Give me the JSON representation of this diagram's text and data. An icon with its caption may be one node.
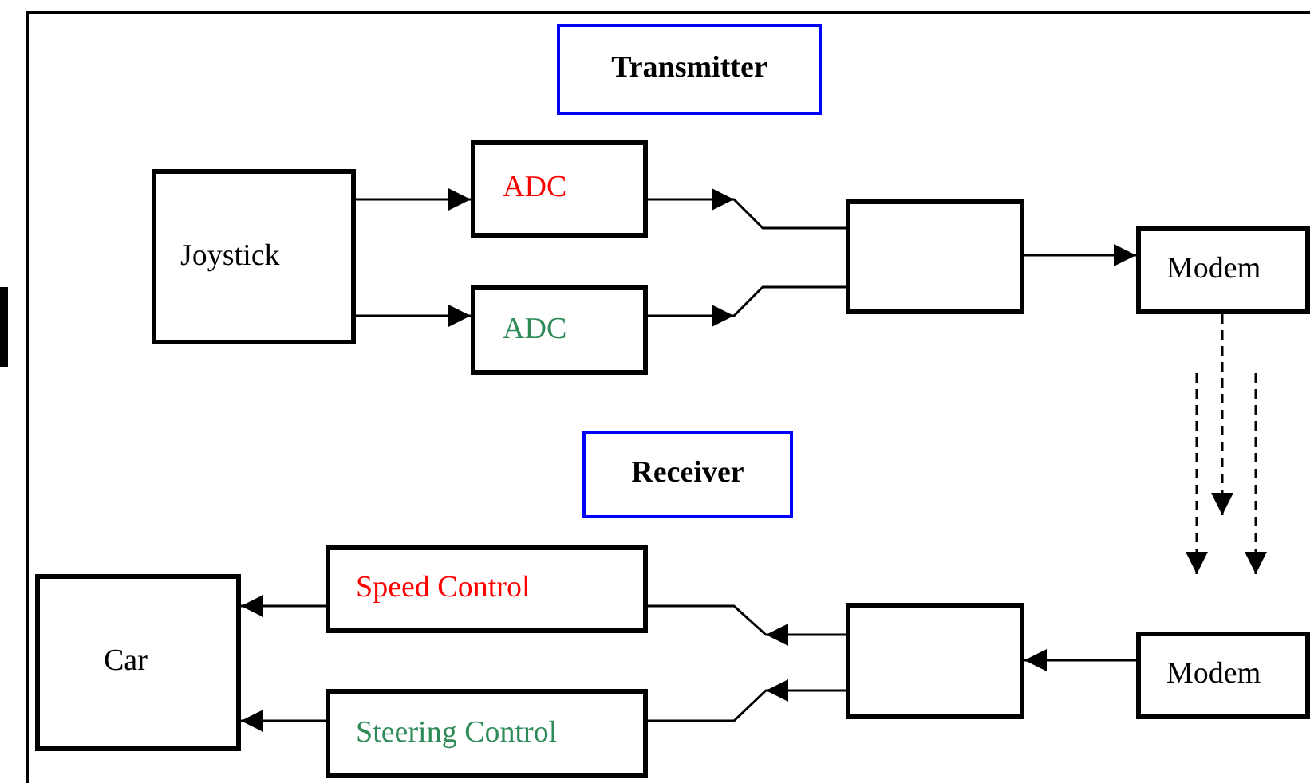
{
  "diagram": {
    "nodes": [
      {
        "text": [
          "Transmitter"
        ]
      },
      {
        "text": [
          "Joystick"
        ]
      },
      {
        "text": [
          "ADC"
        ]
      },
      {
        "text": [
          "ADC"
        ]
      },
      {
        "text": [],
        "shape": "box"
      },
      {
        "text": [
          "Modem"
        ]
      },
      {
        "text": [
          "Receiver"
        ]
      },
      {
        "text": [
          "Car"
        ]
      },
      {
        "text": [
          "Speed Control"
        ]
      },
      {
        "text": [
          "Steering Control"
        ]
      },
      {
        "text": [],
        "shape": "box"
      },
      {
        "text": [
          "Modem"
        ]
      }
    ],
    "edges": [
      {
        "from": 1,
        "to": 2,
        "arrow": "to"
      },
      {
        "from": 1,
        "to": 3,
        "arrow": "to"
      },
      {
        "from": 2,
        "to": 4,
        "arrow": "to"
      },
      {
        "from": 3,
        "to": 4,
        "arrow": "to"
      },
      {
        "from": 4,
        "to": 5,
        "arrow": "to"
      },
      {
        "from": 5,
        "to": null,
        "arrow": "to",
        "style": "dashed"
      },
      {
        "from": 11,
        "to": 10,
        "arrow": "to"
      },
      {
        "from": 10,
        "to": 8,
        "arrow": "to"
      },
      {
        "from": 10,
        "to": 9,
        "arrow": "to"
      },
      {
        "from": 8,
        "to": 7,
        "arrow": "to"
      },
      {
        "from": 9,
        "to": 7,
        "arrow": "to"
      }
    ]
  }
}
